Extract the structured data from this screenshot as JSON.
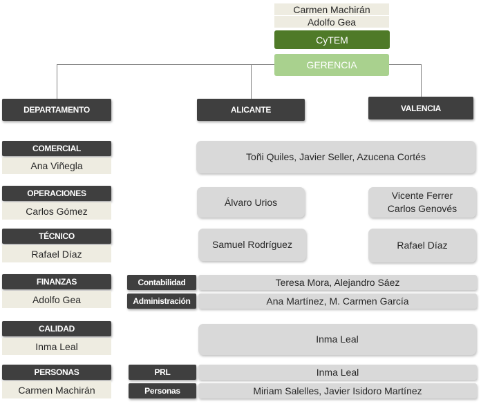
{
  "top": {
    "names": [
      "Carmen Machirán",
      "Adolfo Gea"
    ],
    "cytem": "CyTEM",
    "gerencia": "GERENCIA"
  },
  "columns": {
    "departamento": "DEPARTAMENTO",
    "alicante": "ALICANTE",
    "valencia": "VALENCIA"
  },
  "departments": [
    {
      "label": "COMERCIAL",
      "person": "Ana Viñegla"
    },
    {
      "label": "OPERACIONES",
      "person": "Carlos Gómez"
    },
    {
      "label": "TÉCNICO",
      "person": "Rafael Díaz"
    },
    {
      "label": "FINANZAS",
      "person": "Adolfo Gea"
    },
    {
      "label": "CALIDAD",
      "person": "Inma Leal"
    },
    {
      "label": "PERSONAS",
      "person": "Carmen Machirán"
    }
  ],
  "comercial": {
    "shared": "Toñi Quiles, Javier Seller, Azucena Cortés"
  },
  "operaciones": {
    "alicante": "Álvaro Urios",
    "valencia_line1": "Vicente Ferrer",
    "valencia_line2": "Carlos Genovés"
  },
  "tecnico": {
    "alicante": "Samuel Rodríguez",
    "valencia": "Rafael Díaz"
  },
  "finanzas": {
    "sub1_label": "Contabilidad",
    "sub1_value": "Teresa Mora, Alejandro Sáez",
    "sub2_label": "Administración",
    "sub2_value": "Ana Martínez, M. Carmen García"
  },
  "calidad": {
    "shared": "Inma Leal"
  },
  "personas": {
    "sub1_label": "PRL",
    "sub1_value": "Inma Leal",
    "sub2_label": "Personas",
    "sub2_value": "Miriam Salelles, Javier Isidoro Martínez"
  }
}
